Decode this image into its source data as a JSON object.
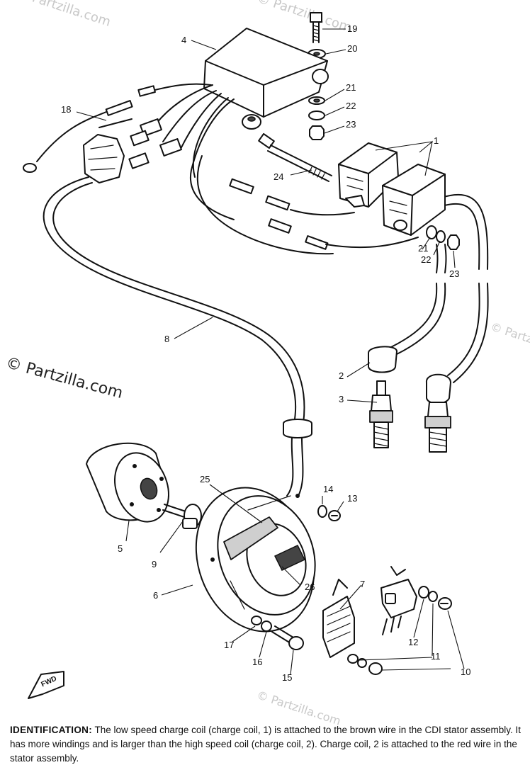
{
  "watermarks": {
    "main": "© Partzilla.com",
    "corner": "© Partzilla.com"
  },
  "callouts": [
    "1",
    "2",
    "3",
    "4",
    "5",
    "6",
    "7",
    "8",
    "9",
    "10",
    "11",
    "12",
    "13",
    "14",
    "15",
    "16",
    "17",
    "18",
    "19",
    "20",
    "21",
    "22",
    "23",
    "24",
    "25",
    "26"
  ],
  "callout_repeats": {
    "21b": "21",
    "22b": "22",
    "23b": "23"
  },
  "fwd_arrow": "FWD",
  "caption": {
    "label": "IDENTIFICATION:",
    "text": "The low speed charge coil (charge coil, 1) is attached to the brown wire in the CDI  stator assembly.  It has more windings and is larger than the high speed coil (charge coil, 2).  Charge coil, 2 is attached to the red wire in the stator assembly."
  }
}
